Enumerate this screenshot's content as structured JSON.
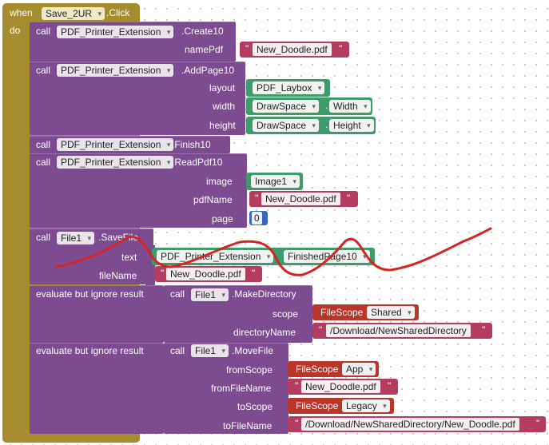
{
  "event": {
    "when": "when",
    "component": "Save_2UR",
    "event_name": ".Click",
    "do": "do"
  },
  "b1": {
    "call": "call",
    "component": "PDF_Printer_Extension",
    "method": ".Create10",
    "param_namePdf": "namePdf",
    "namePdf_value": "New_Doodle.pdf"
  },
  "b2": {
    "call": "call",
    "component": "PDF_Printer_Extension",
    "method": ".AddPage10",
    "param_layout": "layout",
    "layout_value": "PDF_Laybox",
    "param_width": "width",
    "width_component": "DrawSpace",
    "width_prop": "Width",
    "param_height": "height",
    "height_component": "DrawSpace",
    "height_prop": "Height"
  },
  "b3": {
    "call": "call",
    "component": "PDF_Printer_Extension",
    "method": ".Finish10"
  },
  "b4": {
    "call": "call",
    "component": "PDF_Printer_Extension",
    "method": ".ReadPdf10",
    "param_image": "image",
    "image_value": "Image1",
    "param_pdfName": "pdfName",
    "pdfName_value": "New_Doodle.pdf",
    "param_page": "page",
    "page_value": "0"
  },
  "b5": {
    "call": "call",
    "component": "File1",
    "method": ".SaveFile",
    "param_text": "text",
    "text_component": "PDF_Printer_Extension",
    "text_prop": "FinishedPage10",
    "param_fileName": "fileName",
    "fileName_value": "New_Doodle.pdf"
  },
  "b6": {
    "eval": "evaluate but ignore result",
    "call": "call",
    "component": "File1",
    "method": ".MakeDirectory",
    "param_scope": "scope",
    "scope_label": "FileScope",
    "scope_value": "Shared",
    "param_directoryName": "directoryName",
    "directoryName_value": "/Download/NewSharedDirectory"
  },
  "b7": {
    "eval": "evaluate but ignore result",
    "call": "call",
    "component": "File1",
    "method": ".MoveFile",
    "param_fromScope": "fromScope",
    "fromScope_label": "FileScope",
    "fromScope_value": "App",
    "param_fromFileName": "fromFileName",
    "fromFileName_value": "New_Doodle.pdf",
    "param_toScope": "toScope",
    "toScope_label": "FileScope",
    "toScope_value": "Legacy",
    "param_toFileName": "toFileName",
    "toFileName_value": "/Download/NewSharedDirectory/New_Doodle.pdf"
  },
  "colors": {
    "event": "#a48c2f",
    "procedure": "#7d4b8f",
    "text": "#b43c5f",
    "component": "#3e9c6a",
    "filescope": "#b8362a",
    "math": "#3b68b5",
    "scribble": "#d42424"
  }
}
